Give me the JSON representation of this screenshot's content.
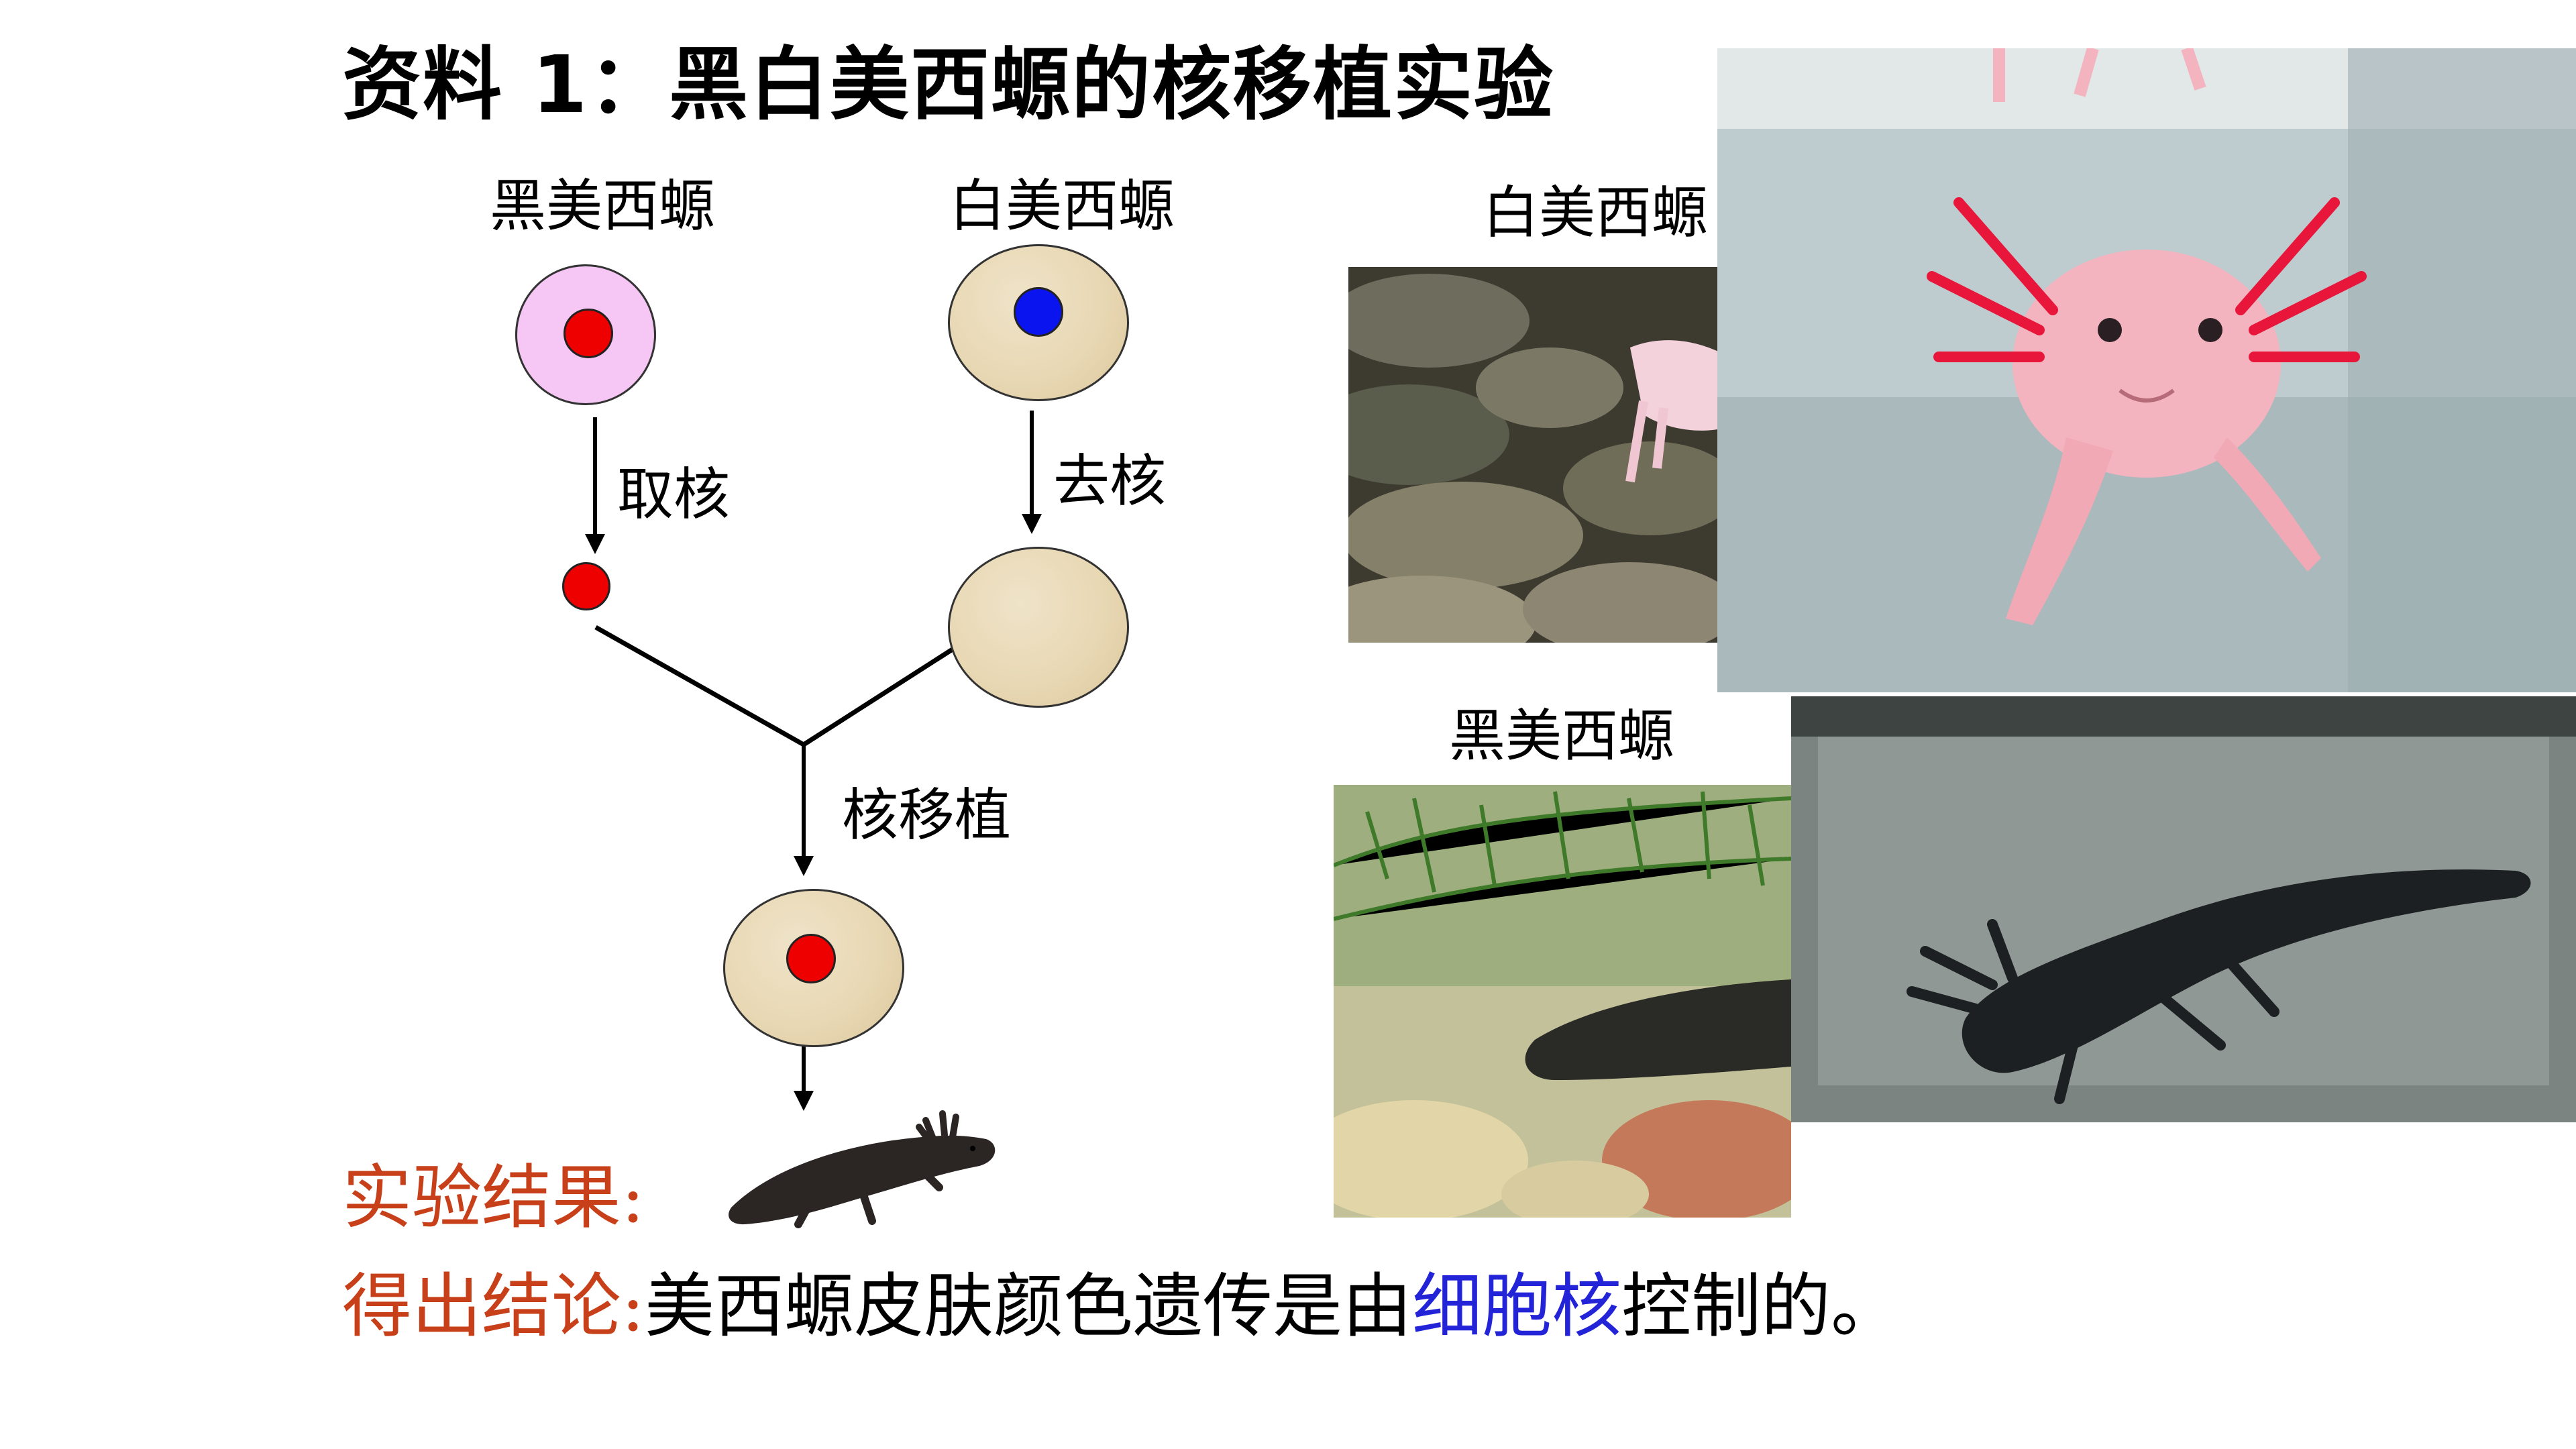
{
  "title": "资料 1：黑白美西螈的核移植实验",
  "diagram": {
    "black_label": "黑美西螈",
    "white_label": "白美西螈",
    "take_nucleus": "取核",
    "remove_nucleus": "去核",
    "transplant": "核移植"
  },
  "photos": {
    "white_label": "白美西螈",
    "black_label": "黑美西螈"
  },
  "result": {
    "label": "实验结果:"
  },
  "conclusion": {
    "label": "得出结论:",
    "text_before": "美西螈皮肤颜色遗传是由",
    "highlight": "细胞核",
    "text_after": "控制的。"
  },
  "colors": {
    "label_red": "#c8401a",
    "highlight_blue": "#2323d8",
    "nucleus_red": "#ee0000",
    "nucleus_blue": "#0a14ee",
    "black_cell_fill": "#f6c6f4"
  }
}
